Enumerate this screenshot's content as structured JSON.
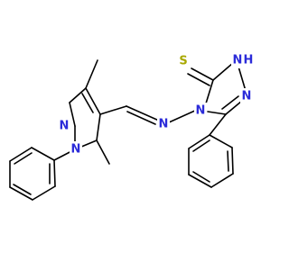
{
  "molecule": {
    "atoms": {
      "thione_s": {
        "label": "S",
        "color": "#a8a800"
      },
      "nh": {
        "label": "N",
        "sub": "H",
        "color": "#2b2bd9"
      },
      "n_triaz_2": {
        "label": "N",
        "color": "#2b2bd9"
      },
      "n_triaz_4": {
        "label": "N",
        "color": "#2b2bd9"
      },
      "n_imine": {
        "label": "N",
        "color": "#2b2bd9"
      },
      "n_pyr_2": {
        "label": "N",
        "color": "#2b2bd9"
      },
      "n_pyr_1": {
        "label": "N",
        "color": "#2b2bd9"
      }
    }
  }
}
